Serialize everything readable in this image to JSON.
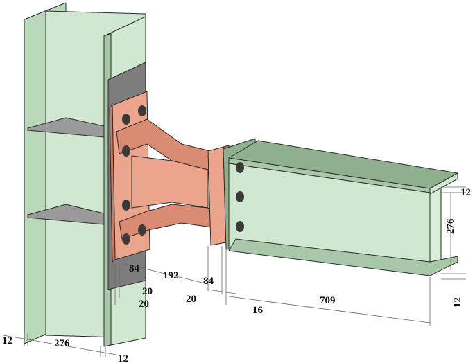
{
  "colors": {
    "steel_green": "#cfe8cf",
    "steel_green_dark": "#a9c8a9",
    "steel_green_top": "#8fb08f",
    "stiffener_gray": "#9a9a9a",
    "end_plate_gray": "#7a7a7a",
    "connector_copper": "#eaa58c",
    "connector_copper_dark": "#c97b62",
    "bolt": "#3a3a3a",
    "text": "#111111"
  },
  "dimensions": {
    "column_flange_left": "12",
    "column_depth": "276",
    "column_flange_right": "12",
    "connector_edge_1": "20",
    "connector_edge_2": "20",
    "connector_flange_84_left": "84",
    "connector_length": "192",
    "connector_flange_84_right": "84",
    "connector_gap": "20",
    "end_plate": "16",
    "beam_length": "709",
    "beam_flange_top": "12",
    "beam_depth": "276",
    "beam_flange_bottom": "12"
  }
}
